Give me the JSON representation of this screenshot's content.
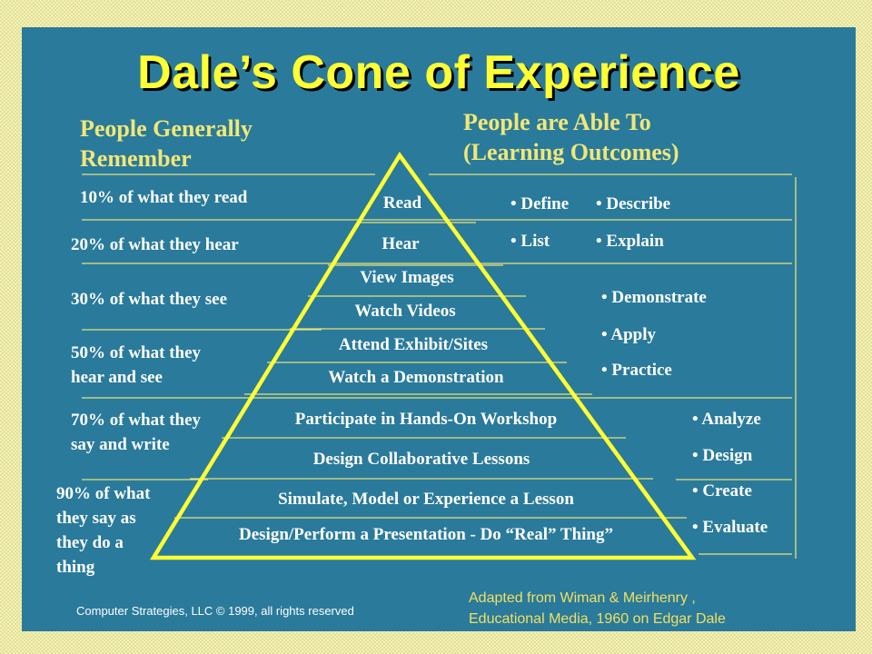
{
  "title": "Dale’s Cone of Experience",
  "left_header": [
    "People Generally",
    "Remember"
  ],
  "right_header": [
    "People are Able To",
    "(Learning Outcomes)"
  ],
  "remember": [
    [
      "10% of what they read"
    ],
    [
      "20% of what they hear"
    ],
    [
      "30% of what they see"
    ],
    [
      "50% of what they",
      "hear and see"
    ],
    [
      "70% of what they",
      "say  and write"
    ],
    [
      "90% of what",
      "they say  as",
      "they do a",
      "thing"
    ]
  ],
  "layers": [
    "Read",
    "Hear",
    "View Images",
    "Watch Videos",
    "Attend Exhibit/Sites",
    "Watch a Demonstration",
    "Participate in Hands-On Workshop",
    "Design Collaborative Lessons",
    "Simulate, Model or Experience a Lesson",
    "Design/Perform a Presentation - Do “Real” Thing”"
  ],
  "outcomes": {
    "group1": [
      "• Define",
      "• Describe",
      "• List",
      "• Explain"
    ],
    "group2": [
      "• Demonstrate",
      "• Apply",
      "• Practice"
    ],
    "group3": [
      "• Analyze",
      "• Design",
      "• Create",
      "• Evaluate"
    ]
  },
  "footer": "Computer Strategies, LLC © 1999, all rights reserved",
  "credit": [
    "Adapted from  Wiman  & Meirhenry  ,",
    "Educational Media, 1960 on Edgar Dale"
  ],
  "colors": {
    "slide_bg": "#2a7a9b",
    "title": "#ffff33",
    "header": "#f1e777",
    "cone_outline": "#ffff33",
    "rule": "#e6e27a",
    "credit": "#f0e060",
    "frame": "#f5f3b4"
  }
}
